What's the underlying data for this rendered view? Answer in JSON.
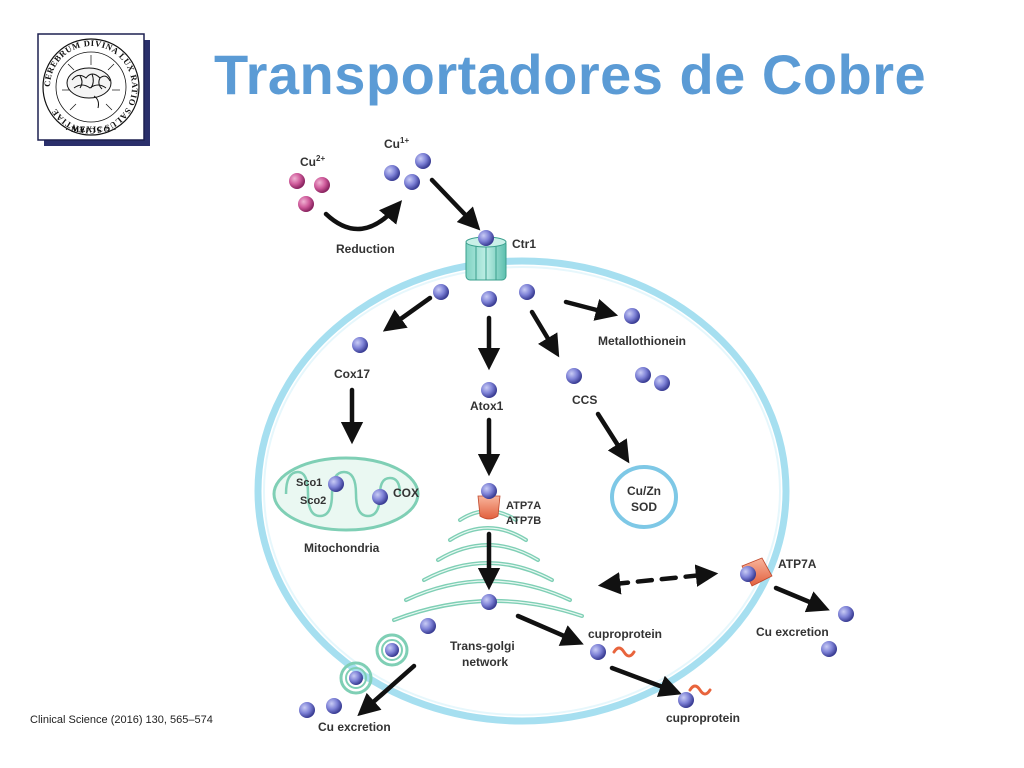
{
  "slide": {
    "title": "Transportadores de Cobre",
    "citation": "Clinical Science (2016) 130, 565–574"
  },
  "logo": {
    "motto": "CEREBRUM DIVINA LUX RATIO SALUS SCIENTIAE",
    "place": "· MEXICO ·"
  },
  "diagram": {
    "cu2": "Cu",
    "cu2_sup": "2+",
    "cu1": "Cu",
    "cu1_sup": "1+",
    "reduction": "Reduction",
    "ctr1": "Ctr1",
    "metallothionein": "Metallothionein",
    "cox17": "Cox17",
    "atox1": "Atox1",
    "ccs": "CCS",
    "sco1": "Sco1",
    "sco2": "Sco2",
    "cox": "COX",
    "mitochondria": "Mitochondria",
    "atp7a_golgi": "ATP7A",
    "atp7b_golgi": "ATP7B",
    "sod_line1": "Cu/Zn",
    "sod_line2": "SOD",
    "atp7a_membrane": "ATP7A",
    "cu_excretion_right": "Cu excretion",
    "trans_golgi_1": "Trans-golgi",
    "trans_golgi_2": "network",
    "cuproprotein_inner": "cuproprotein",
    "cuproprotein_outer": "cuproprotein",
    "cu_excretion_bottom": "Cu excretion"
  },
  "colors": {
    "title": "#5b9bd5",
    "cell_membrane": "#8fd3e6",
    "cu_ion": "#6a6ec8",
    "cu2_ion": "#c0508e",
    "organelle": "#7fcfb5",
    "pump": "#f07a5a",
    "arrow": "#111111"
  }
}
